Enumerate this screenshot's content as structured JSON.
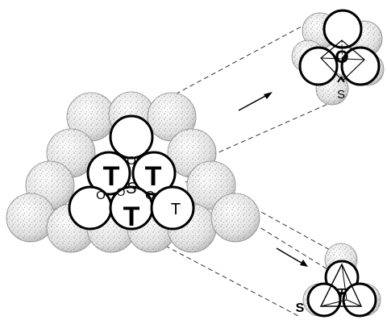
{
  "figure": {
    "cluster_labels": {
      "t_top_left": "T",
      "t_top_right": "T",
      "t_bottom": "T",
      "t_right": "T",
      "s_center": "S",
      "o_top": "O",
      "o_left": "O",
      "o_mid_left": "O",
      "o_mid_right": "O"
    },
    "octahedral_inset": {
      "center_label": "O",
      "bottom_label": "S"
    },
    "tetrahedral_inset": {
      "center_label": "T",
      "left_label": "S"
    }
  }
}
